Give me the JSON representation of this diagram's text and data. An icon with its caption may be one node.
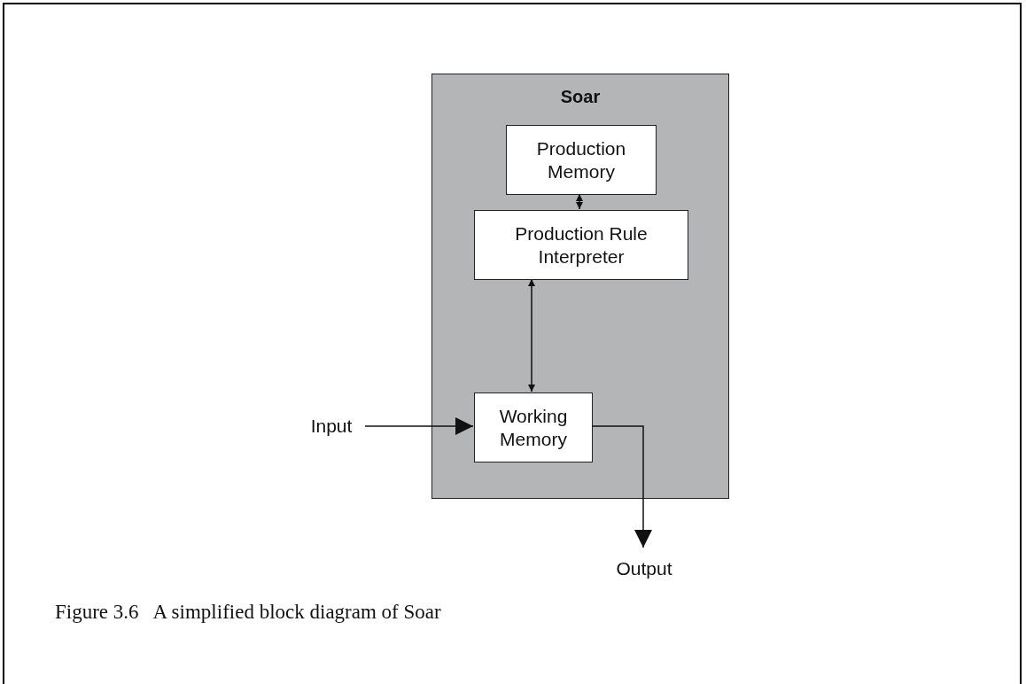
{
  "diagram": {
    "caption": "Figure 3.6   A simplified block diagram of Soar",
    "nodes": [
      {
        "text": [
          "Soar"
        ]
      },
      {
        "text": [
          "Production Memory"
        ],
        "in": 0
      },
      {
        "text": [
          "Production Rule Interpreter"
        ],
        "in": 0
      },
      {
        "text": [
          "Working Memory"
        ],
        "in": 0
      },
      {
        "text": [
          "Input"
        ]
      },
      {
        "text": [
          "Output"
        ]
      }
    ],
    "edges": [
      {
        "from": 1,
        "to": 2,
        "arrow": "both"
      },
      {
        "from": 2,
        "to": 3,
        "arrow": "both"
      },
      {
        "from": 4,
        "to": 3,
        "arrow": "to"
      },
      {
        "from": 3,
        "to": 5,
        "arrow": "to"
      }
    ]
  }
}
